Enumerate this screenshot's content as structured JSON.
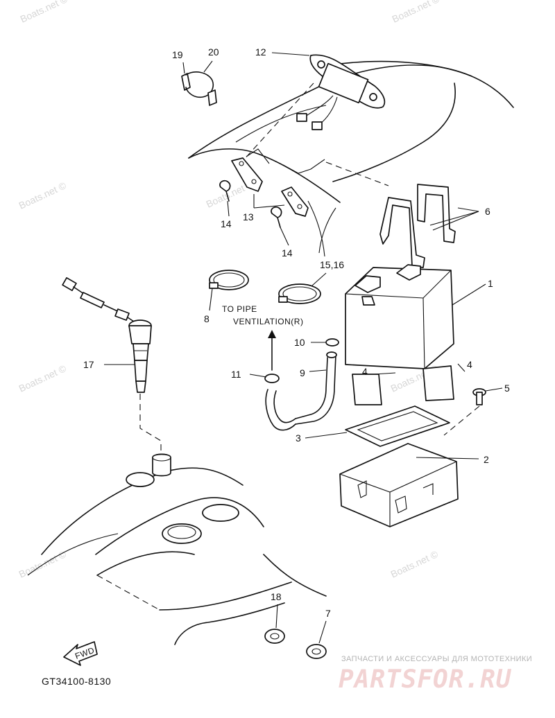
{
  "diagram": {
    "part_code": "GT34100-8130",
    "watermarks": [
      "Boats.net ©",
      "Boats.net ©",
      "Boats.net ©",
      "Boats.net ©",
      "Boats.net ©",
      "Boats.net ©",
      "Boats.net ©",
      "Boats.net ©"
    ],
    "notes": {
      "to_pipe": "TO PIPE",
      "ventilation": "VENTILATION(R)",
      "fwd": "FWD"
    },
    "callouts": {
      "c1": "1",
      "c2": "2",
      "c3": "3",
      "c4a": "4",
      "c4b": "4",
      "c5": "5",
      "c6": "6",
      "c7": "7",
      "c8": "8",
      "c9": "9",
      "c10": "10",
      "c11": "11",
      "c12": "12",
      "c13": "13",
      "c14a": "14",
      "c14b": "14",
      "c15_16": "15,16",
      "c17": "17",
      "c18": "18",
      "c19": "19",
      "c20": "20"
    },
    "brand": {
      "tagline": "ЗАПЧАСТИ И АКСЕССУАРЫ ДЛЯ МОТОТЕХНИКИ",
      "name": "PARTSFOR.RU"
    }
  }
}
